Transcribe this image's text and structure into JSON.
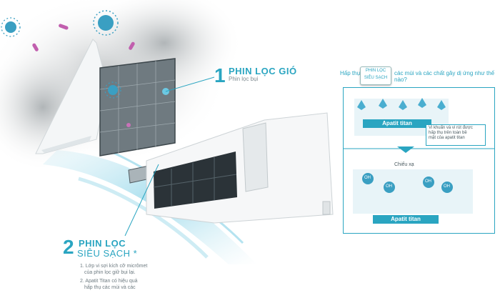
{
  "callout1": {
    "number": "1",
    "title": "PHIN LỌC GIÓ",
    "subtitle": "Phin lọc bụi"
  },
  "callout2": {
    "number": "2",
    "title_line1": "PHIN LỌC",
    "title_line2": "SIÊU SẠCH *"
  },
  "notes": [
    "1. Lớp vi sợi kích cỡ micrômet",
    "của phin lọc giữ bụi lại.",
    "2. Apatit Titan có hiệu quả",
    "hấp thụ các mùi và các"
  ],
  "panel": {
    "header_left": "Hấp thụ",
    "header_right": "các mùi và các chất gây dị ứng như thế nào?",
    "badge_line1": "PHIN LỌC",
    "badge_line2": "SIÊU SẠCH",
    "top_label": "Apatit titan",
    "bottom_label": "Apatit titan",
    "desc_lines": [
      "Vi khuẩn và vi rút được",
      "hấp thụ trên toàn bề",
      "mặt của apatit titan"
    ],
    "irradiate_label": "Chiếu xạ",
    "oh_label": "OH"
  },
  "colors": {
    "accent": "#2aa5c1"
  }
}
